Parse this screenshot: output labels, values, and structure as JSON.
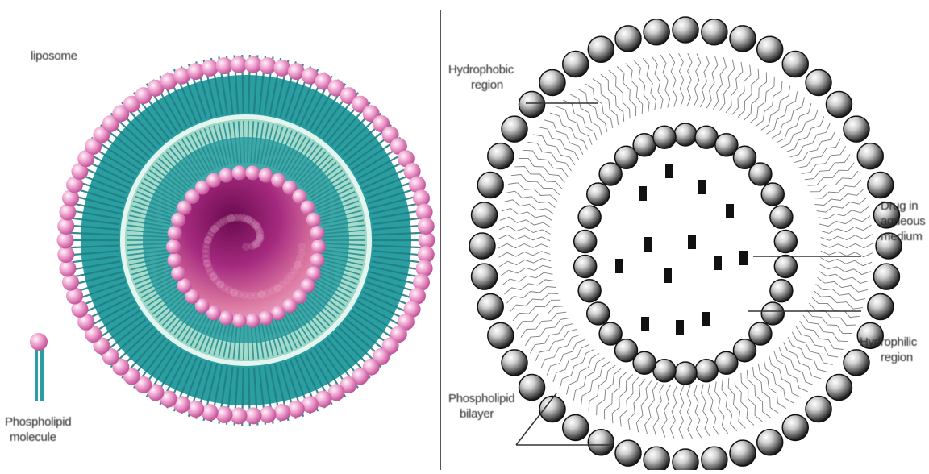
{
  "left_panel": {
    "title": "liposome",
    "phospholipid_label": [
      "Phospholipid",
      "molecule"
    ]
  },
  "right_panel": {
    "hydrophobic_label": [
      "Hydrophobic",
      "region"
    ],
    "drug_label": [
      "Drug in",
      "aqueous",
      "medium"
    ],
    "hydrophilic_label": [
      "Hydrophilic",
      "region"
    ],
    "bilayer_label": [
      "Phospholipid",
      "bilayer"
    ]
  },
  "colors": {
    "head_pink": "#e98fc4",
    "tail_teal": "#2a9ea0",
    "tail_light": "#bfe8d8",
    "core_purple": "#8a1a66",
    "bead_dark": "#3a3a3a",
    "divider": "#555555"
  },
  "icons": [
    "liposome-illustration",
    "phospholipid-molecule-icon",
    "bilayer-vesicle-illustration",
    "drug-particle-icon"
  ]
}
